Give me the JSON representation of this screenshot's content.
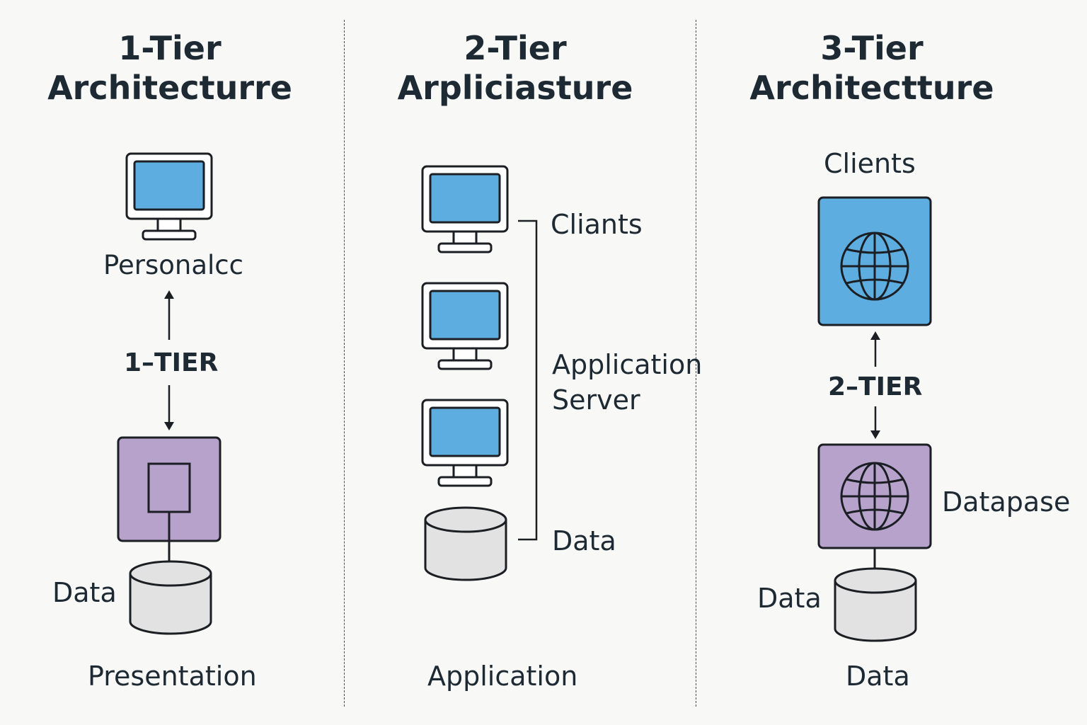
{
  "columns": [
    {
      "title_line1": "1-Tier",
      "title_line2": "Architecturre",
      "computer_label": "Personalcc",
      "tier_label": "1–TIER",
      "data_label": "Data",
      "footer_label": "Presentation"
    },
    {
      "title_line1": "2-Tier",
      "title_line2": "Arpliciasture",
      "clients_label": "Cliants",
      "server_label_line1": "Application",
      "server_label_line2": "Server",
      "data_label": "Data",
      "footer_label": "Application"
    },
    {
      "title_line1": "3-Tier",
      "title_line2": "Architectture",
      "clients_label": "Clients",
      "tier_label": "2–TIER",
      "database_label": "Datapase",
      "data_label": "Data",
      "footer_label": "Data"
    }
  ],
  "colors": {
    "screen_blue": "#5dade0",
    "server_purple": "#b7a2cc",
    "database_gray": "#e2e2e2",
    "outline": "#1b1f24"
  },
  "icons": [
    "monitor-icon",
    "server-icon",
    "database-icon",
    "globe-icon",
    "arrow-up-icon",
    "arrow-down-icon"
  ]
}
